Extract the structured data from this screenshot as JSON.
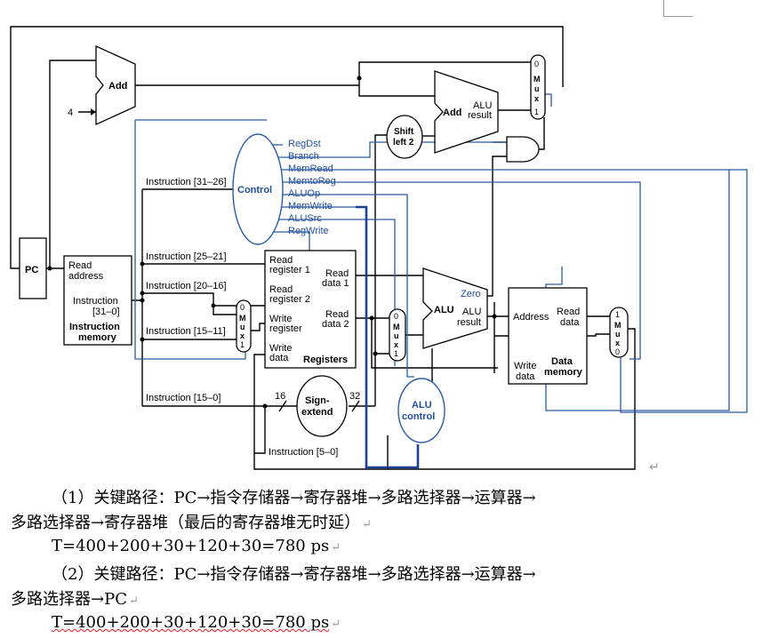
{
  "diagram": {
    "add1": "Add",
    "const4": "4",
    "pc": "PC",
    "imem": {
      "l1": "Read",
      "l2": "address",
      "l3": "Instruction",
      "l4": "[31–0]",
      "l5": "Instruction",
      "l6": "memory"
    },
    "control": "Control",
    "control_signals": [
      "RegDst",
      "Branch",
      "MemRead",
      "MemtoReg",
      "ALUOp",
      "MemWrite",
      "ALUSrc",
      "RegWrite"
    ],
    "instr_fields": {
      "f31_26": "Instruction [31–26]",
      "f25_21": "Instruction [25–21]",
      "f20_16": "Instruction [20–16]",
      "f15_11": "Instruction [15–11]",
      "f15_0": "Instruction [15–0]",
      "f5_0": "Instruction [5–0]"
    },
    "regs": {
      "rr1a": "Read",
      "rr1b": "register 1",
      "rr2a": "Read",
      "rr2b": "register 2",
      "wra": "Write",
      "wrb": "register",
      "wda": "Write",
      "wdb": "data",
      "rd1a": "Read",
      "rd1b": "data 1",
      "rd2a": "Read",
      "rd2b": "data 2",
      "title": "Registers"
    },
    "mux_letters": [
      "M",
      "u",
      "x"
    ],
    "mux_bits": {
      "zero": "0",
      "one": "1"
    },
    "shift": {
      "l1": "Shift",
      "l2": "left 2"
    },
    "add2": {
      "add": "Add",
      "alu": "ALU",
      "result": "result"
    },
    "alu": {
      "name": "ALU",
      "zero": "Zero",
      "res1": "ALU",
      "res2": "result"
    },
    "alu_control": {
      "l1": "ALU",
      "l2": "control"
    },
    "sign_extend": {
      "l1": "Sign-",
      "l2": "extend",
      "in_bits": "16",
      "out_bits": "32"
    },
    "dmem": {
      "address": "Address",
      "rd1": "Read",
      "rd2": "data",
      "wd1": "Write",
      "wd2": "data",
      "t1": "Data",
      "t2": "memory"
    }
  },
  "notes": {
    "p1_line1": "（1）关键路径：PC→指令存储器→寄存器堆→多路选择器→运算器→",
    "p1_line2": "多路选择器→寄存器堆（最后的寄存器堆无时延）",
    "p1_formula": "T=400+200+30+120+30=780 ps",
    "p2_line1": "（2）关键路径：PC→指令存储器→寄存器堆→多路选择器→运算器→",
    "p2_line2": "多路选择器→PC",
    "p2_formula": "T=400+200+30+120+30=780 ps"
  }
}
